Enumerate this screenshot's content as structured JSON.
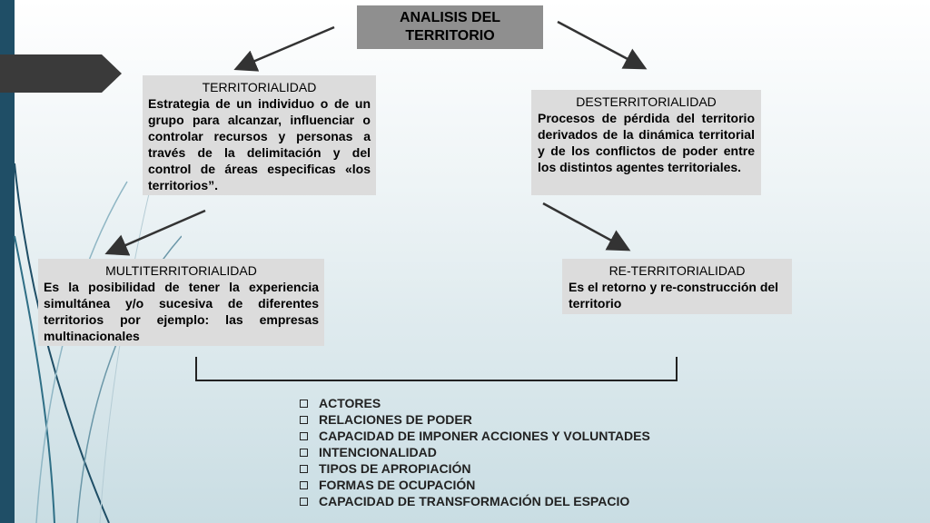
{
  "title": "ANALISIS DEL TERRITORIO",
  "boxes": {
    "territorialidad": {
      "heading": "TERRITORIALIDAD",
      "text": "Estrategia de un individuo o de un grupo para alcanzar, influenciar o controlar recursos y personas a través de la delimitación y del control de áreas especificas «los territorios”."
    },
    "desterritorialidad": {
      "heading": "DESTERRITORIALIDAD",
      "text": "Procesos de pérdida del territorio derivados de la dinámica territorial y de los conflictos de poder entre los distintos agentes territoriales."
    },
    "multiterritorialidad": {
      "heading": "MULTITERRITORIALIDAD",
      "text": "Es la posibilidad de tener la experiencia simultánea y/o sucesiva de diferentes territorios por ejemplo: las empresas multinacionales"
    },
    "reterritorialidad": {
      "heading": "RE-TERRITORIALIDAD",
      "text": "Es el retorno y re-construcción del territorio"
    }
  },
  "list_items": [
    "ACTORES",
    "RELACIONES DE PODER",
    "CAPACIDAD DE IMPONER ACCIONES Y VOLUNTADES",
    "INTENCIONALIDAD",
    "TIPOS DE APROPIACIÓN",
    "FORMAS DE OCUPACIÓN",
    "CAPACIDAD DE TRANSFORMACIÓN DEL ESPACIO"
  ],
  "colors": {
    "title_box": "#8f8f8f",
    "box": "#dcdcdc",
    "arrow": "#333333",
    "left_bar": "#1f4e66",
    "tab": "#3a3a3a"
  }
}
